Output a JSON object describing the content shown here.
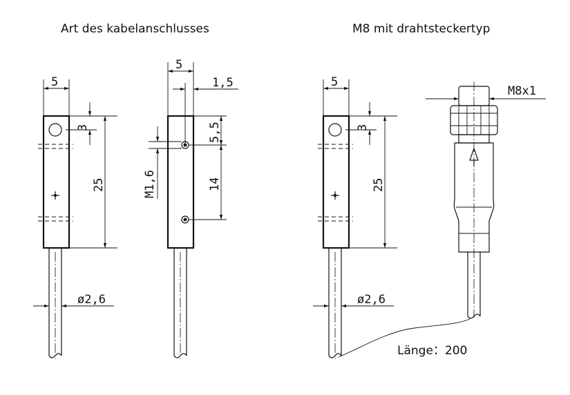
{
  "titles": {
    "left": "Art des kabelanschlusses",
    "right": "M8 mit drahtsteckertyp"
  },
  "dimensions": {
    "width": "5",
    "offset": "1,5",
    "hole_offset": "3",
    "length": "25",
    "spacing_upper": "5,5",
    "spacing_lower": "14",
    "thread": "M1,6",
    "cable_diameter": "ø2,6",
    "connector_thread": "M8x1"
  },
  "cable_length_label": "Länge：200"
}
